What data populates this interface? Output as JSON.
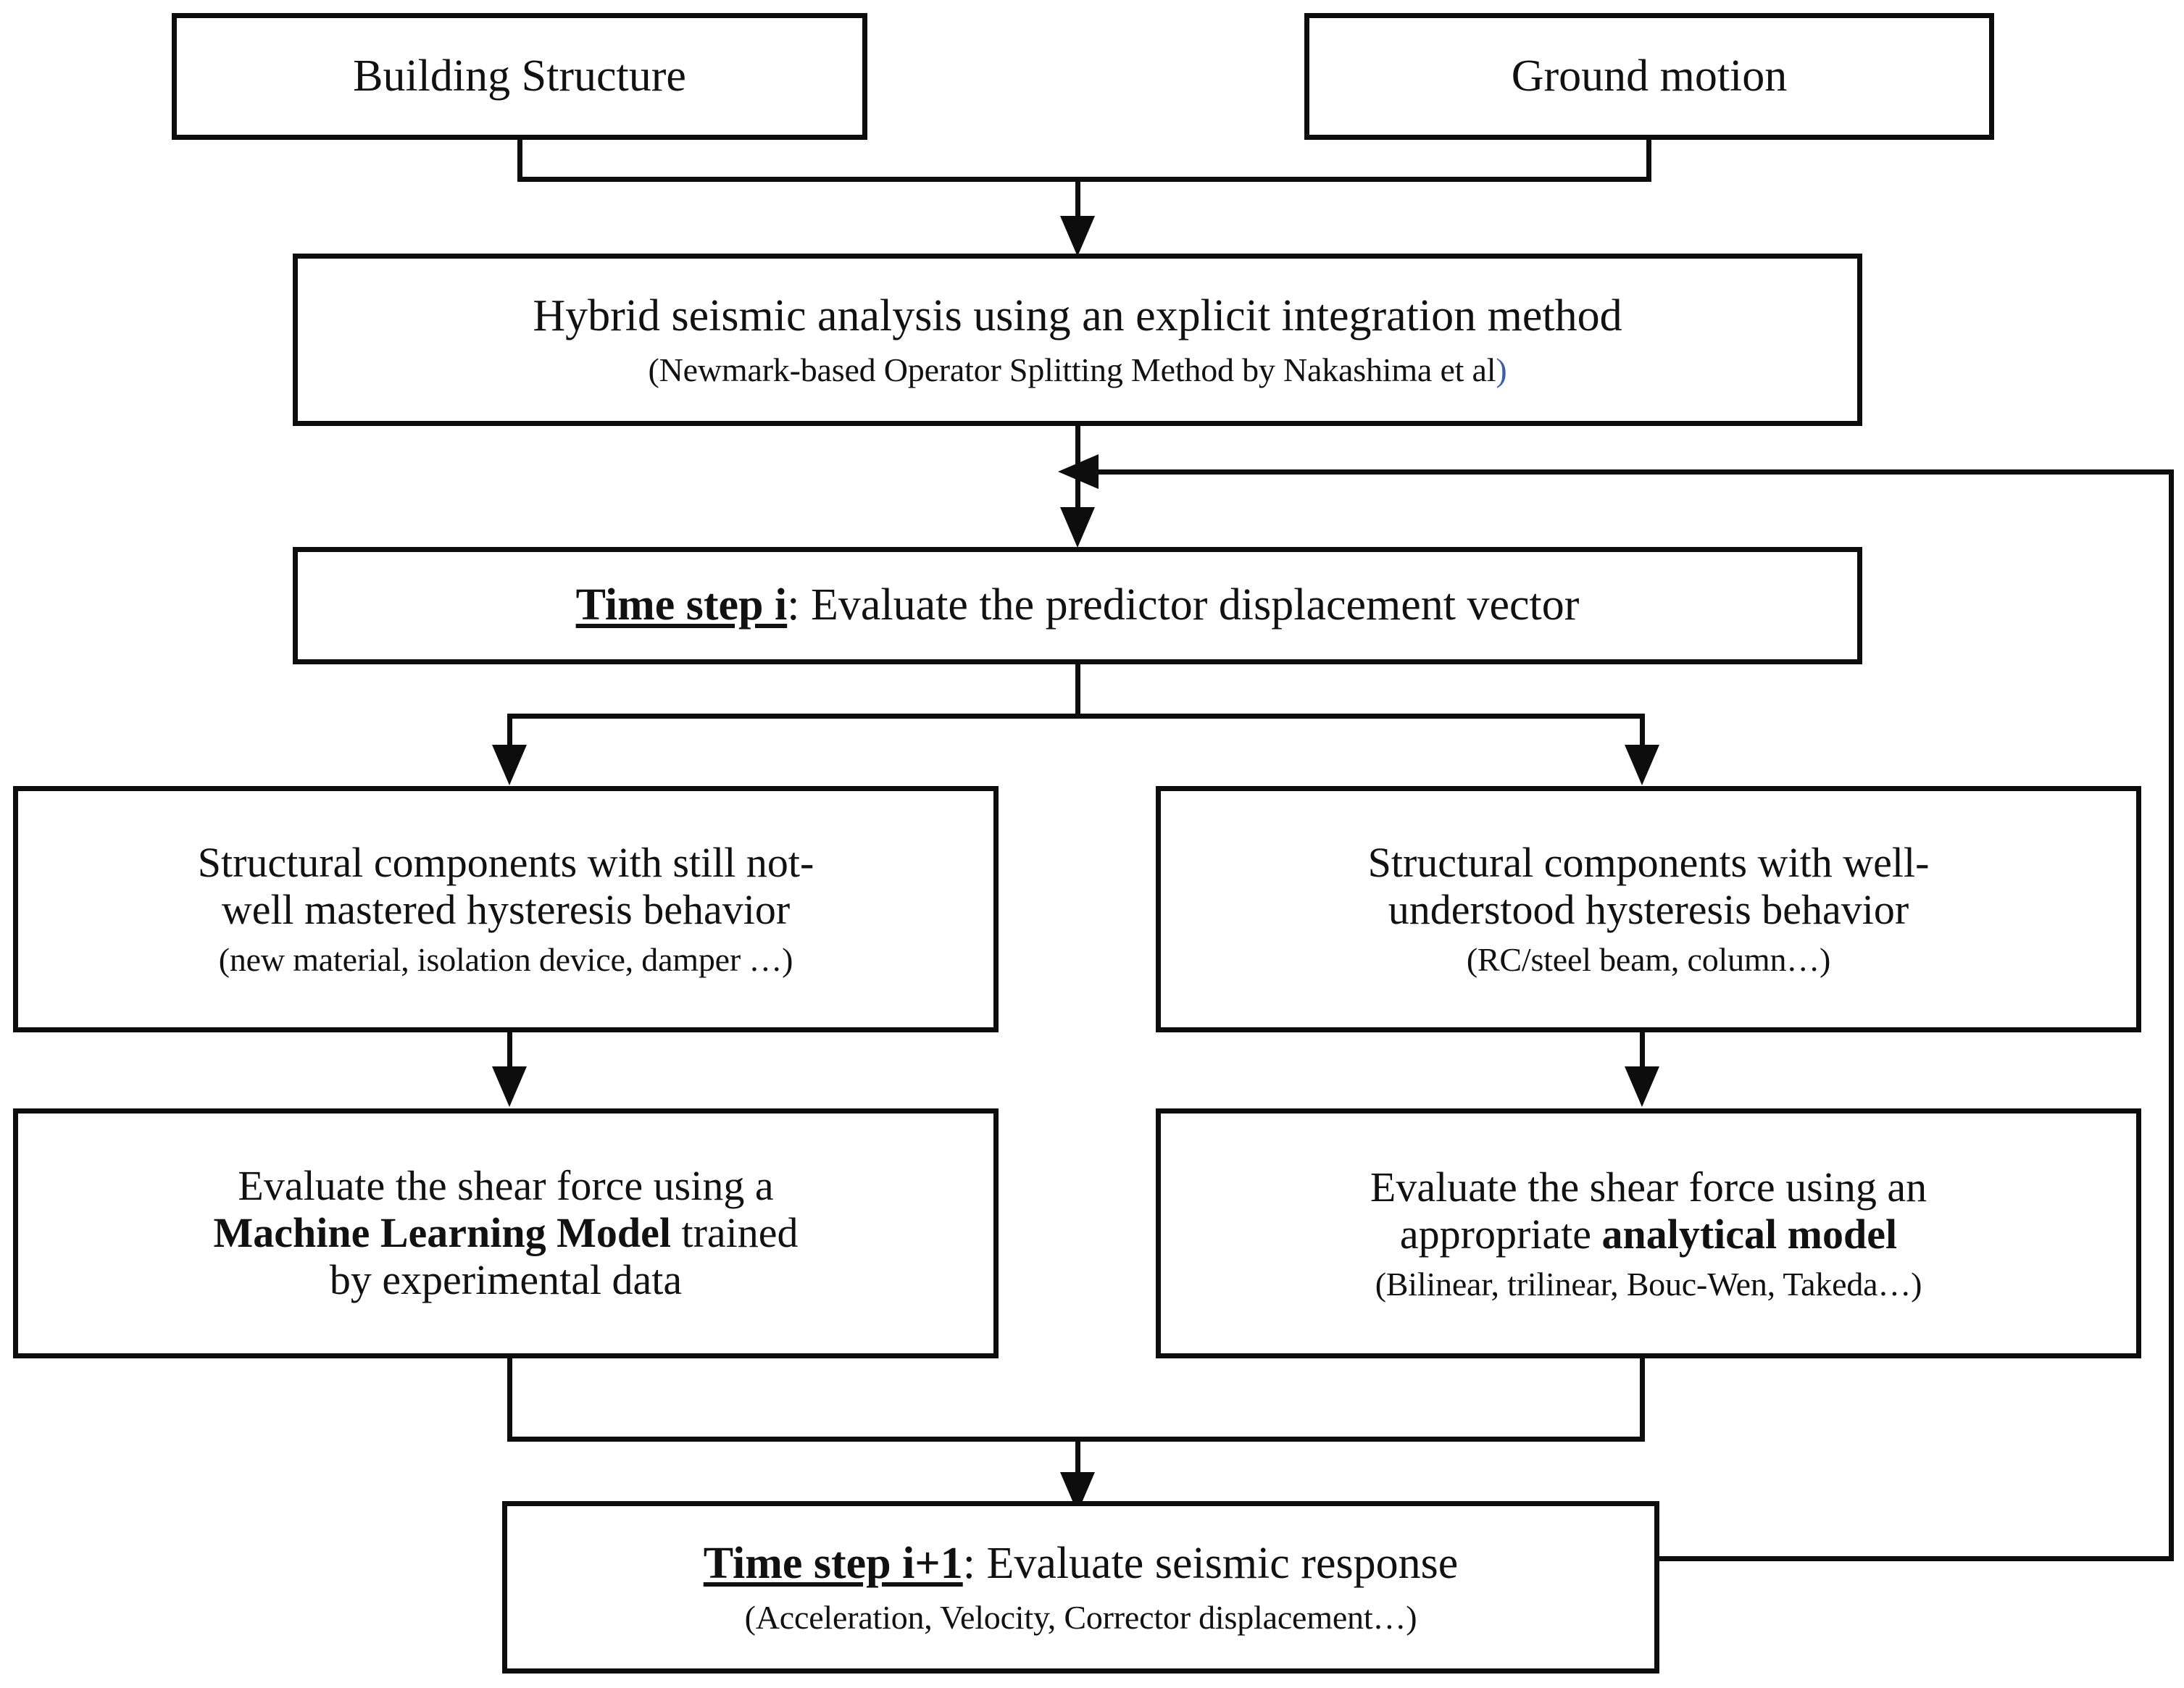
{
  "diagram": {
    "title": "Hybrid seismic analysis flowchart",
    "line_color": "#0d0d0d",
    "box_fill": "#ffffff",
    "tint_color": "#3a5fa8"
  },
  "nodes": {
    "building_structure": {
      "label": "Building Structure"
    },
    "ground_motion": {
      "label": "Ground motion"
    },
    "hybrid_analysis": {
      "line1": "Hybrid seismic analysis using an explicit integration method",
      "line2_open": "(Newmark-based Operator Splitting Method by Nakashima et al",
      "line2_close": ")"
    },
    "time_step_i": {
      "bold": "Time step i",
      "rest": ": Evaluate the predictor displacement vector"
    },
    "left_branch": {
      "line1": "Structural components with still not-",
      "line2": "well mastered hysteresis behavior",
      "line3": "(new material, isolation device, damper …)"
    },
    "right_branch": {
      "line1": "Structural components with well-",
      "line2": "understood hysteresis behavior",
      "line3": "(RC/steel beam, column…)"
    },
    "ml_evaluate": {
      "line1": "Evaluate the shear force using a",
      "line2_bold": "Machine Learning Model",
      "line2_rest": " trained",
      "line3": "by experimental data"
    },
    "analytical_evaluate": {
      "line1": "Evaluate the shear force using an",
      "line2_pre": "appropriate ",
      "line2_bold": "analytical model",
      "line3": "(Bilinear, trilinear, Bouc-Wen, Takeda…)"
    },
    "time_step_i1": {
      "bold": "Time step i+1",
      "rest": ": Evaluate seismic response",
      "line2": "(Acceleration, Velocity, Corrector displacement…)"
    }
  },
  "connectors": {
    "inputs_to_hybrid": "merge-down-arrow",
    "hybrid_to_timestep": "down-arrow",
    "timestep_split_left": "down-arrow",
    "timestep_split_right": "down-arrow",
    "left_branch_to_ml": "down-arrow",
    "right_branch_to_analytical": "down-arrow",
    "merge_to_timestep_i1": "down-arrow",
    "feedback_loop": "left-arrow"
  }
}
